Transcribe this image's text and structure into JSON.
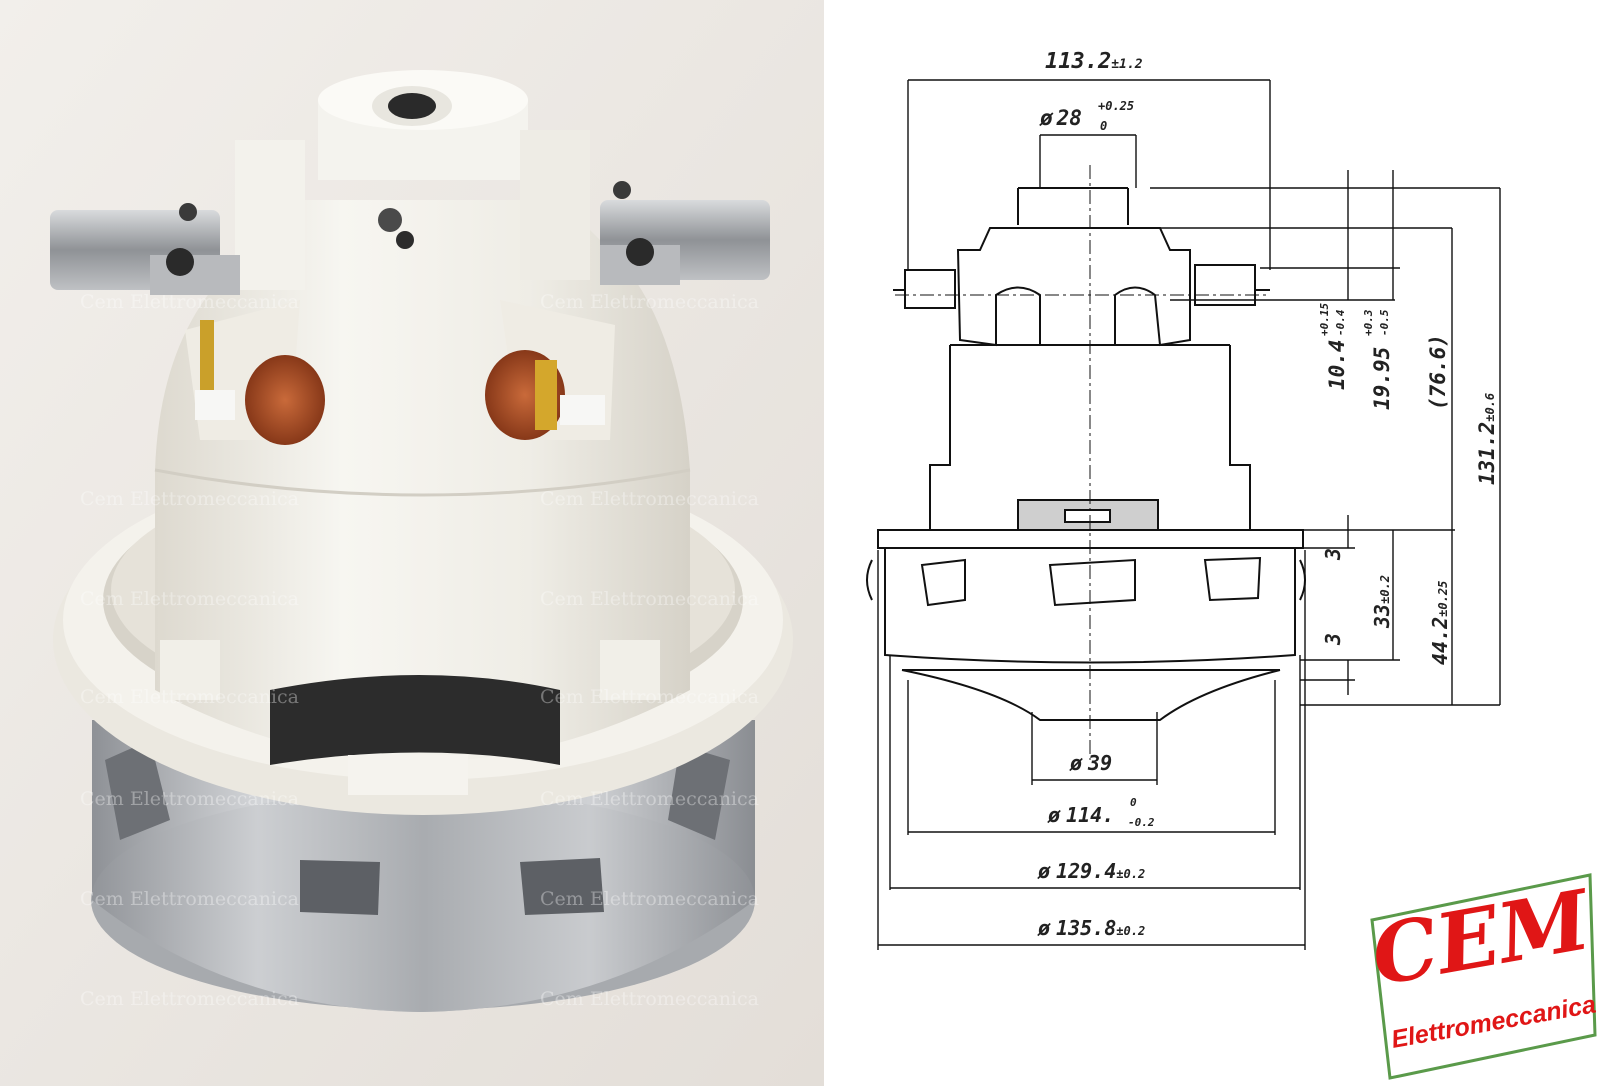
{
  "photo": {
    "watermark": "Cem Elettromeccanica",
    "colors": {
      "background": "#ede9e4",
      "plastic": "#f2f0ea",
      "metal": "#b9bcc0",
      "copper": "#a64a23"
    }
  },
  "drawing": {
    "dimensions": {
      "top_width": {
        "value": "113.2",
        "tol": "±1.2"
      },
      "top_bore": {
        "prefix": "ø",
        "value": "28",
        "tol_upper": "+0.25",
        "tol_lower": "0"
      },
      "d1": {
        "value": "10.4",
        "tol_upper": "+0.15",
        "tol_lower": "-0.4"
      },
      "d2": {
        "value": "19.95",
        "tol_upper": "+0.3",
        "tol_lower": "-0.5"
      },
      "d3": {
        "value": "(76.6)"
      },
      "d4": {
        "value": "131.2",
        "tol": "±0.6"
      },
      "d5": {
        "value": "3"
      },
      "d6": {
        "value": "33",
        "tol": "±0.2"
      },
      "d7": {
        "value": "3"
      },
      "d8": {
        "value": "44.2",
        "tol": "±0.25"
      },
      "inlet": {
        "prefix": "ø",
        "value": "39"
      },
      "fan_dia": {
        "prefix": "ø",
        "value": "114.",
        "tol_upper": "0",
        "tol_lower": "-0.2"
      },
      "shell_dia": {
        "prefix": "ø",
        "value": "129.4",
        "tol": "±0.2"
      },
      "flange_dia": {
        "prefix": "ø",
        "value": "135.8",
        "tol": "±0.2"
      }
    }
  },
  "logo": {
    "main": "CEM",
    "sub": "Elettromeccanica",
    "colors": {
      "red": "#e01616",
      "border": "#5a9a4a"
    }
  }
}
